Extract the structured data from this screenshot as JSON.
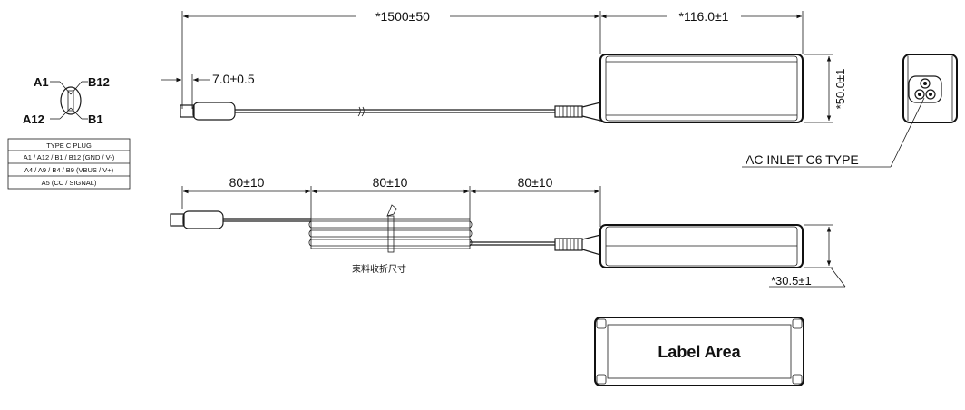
{
  "dims": {
    "cable_length": "*1500±50",
    "body_length": "*116.0±1",
    "plug_width": "7.0±0.5",
    "body_width": "*50.0±1",
    "body_height": "*30.5±1",
    "bundle_1": "80±10",
    "bundle_2": "80±10",
    "bundle_3": "80±10"
  },
  "pins": {
    "a1": "A1",
    "b12": "B12",
    "a12": "A12",
    "b1": "B1"
  },
  "pin_table": {
    "header": "TYPE  C  PLUG",
    "rows": [
      "A1 / A12 / B1 / B12 (GND / V-)",
      "A4 / A9 / B4 / B9 (VBUS / V+)",
      "A5 (CC / SIGNAL)"
    ]
  },
  "notes": {
    "bundle_note": "束料收折尺寸",
    "label_area": "Label Area",
    "ac_inlet": "AC INLET C6 TYPE"
  }
}
